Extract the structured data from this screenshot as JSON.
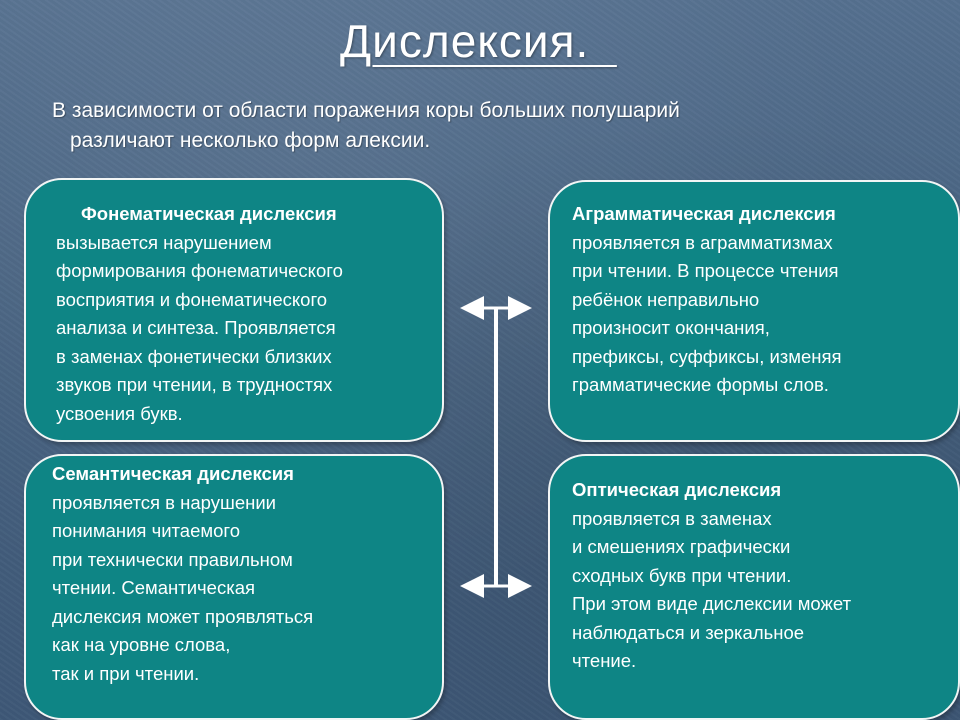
{
  "title": "Дислексия.  ",
  "intro": {
    "line1": "В зависимости от области поражения коры больших полушарий",
    "line2": "различают несколько форм алексии."
  },
  "boxes": {
    "phonematic": {
      "heading": "Фонематическая дислексия",
      "lines": [
        "вызывается нарушением",
        "формирования фонематического",
        "восприятия и фонематического",
        "анализа и синтеза. Проявляется",
        "в заменах фонетически близких",
        "звуков при чтении, в трудностях",
        "усвоения букв."
      ]
    },
    "agrammatic": {
      "heading": "Аграмматическая дислексия",
      "lines": [
        "проявляется в аграмматизмах",
        "при чтении. В процессе чтения",
        "ребёнок неправильно",
        "произносит окончания,",
        "префиксы, суффиксы, изменяя",
        "грамматические формы слов."
      ]
    },
    "semantic": {
      "heading": "Семантическая дислексия",
      "lines": [
        "проявляется в нарушении",
        "понимания читаемого",
        "при технически правильном",
        "чтении. Семантическая",
        "дислексия может проявляться",
        "как на уровне слова,",
        "так и при чтении."
      ]
    },
    "optical": {
      "heading": "Оптическая дислексия",
      "lines": [
        "проявляется в заменах",
        "и смешениях графически",
        "сходных букв при чтении.",
        "При этом виде дислексии может",
        "наблюдаться и зеркальное",
        "чтение."
      ]
    }
  },
  "colors": {
    "background": "#4a6585",
    "box_fill": "#0e8585",
    "box_border": "#f2f5f5",
    "text": "#ffffff"
  }
}
